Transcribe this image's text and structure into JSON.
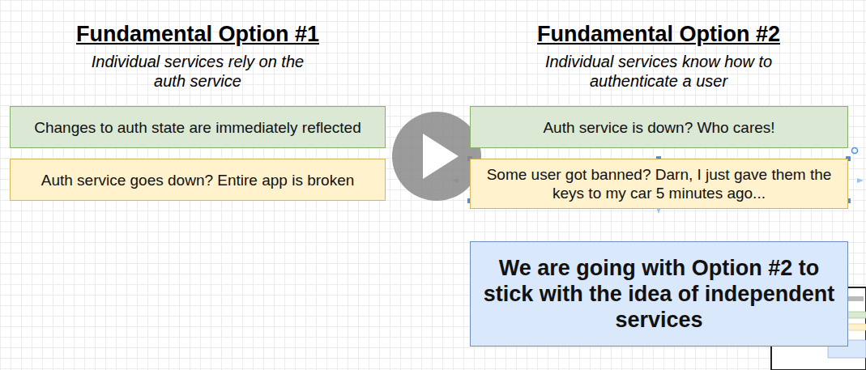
{
  "diagram": {
    "nodes": [
      {
        "text": [
          "Changes to auth state are immediately reflected"
        ]
      },
      {
        "text": [
          "Auth service goes down?  Entire app is broken"
        ]
      },
      {
        "text": [
          "Auth service is down? Who cares!"
        ]
      },
      {
        "text": [
          "Some user got banned? Darn, I just gave them the keys to my car 5 minutes ago..."
        ]
      },
      {
        "text": [
          "We are going with Option #2 to stick with the idea of independent services"
        ]
      }
    ],
    "labels": [
      "Fundamental Option #1",
      "Individual services rely on the auth service",
      "Fundamental Option #2",
      "Individual services know how to authenticate a user"
    ]
  }
}
